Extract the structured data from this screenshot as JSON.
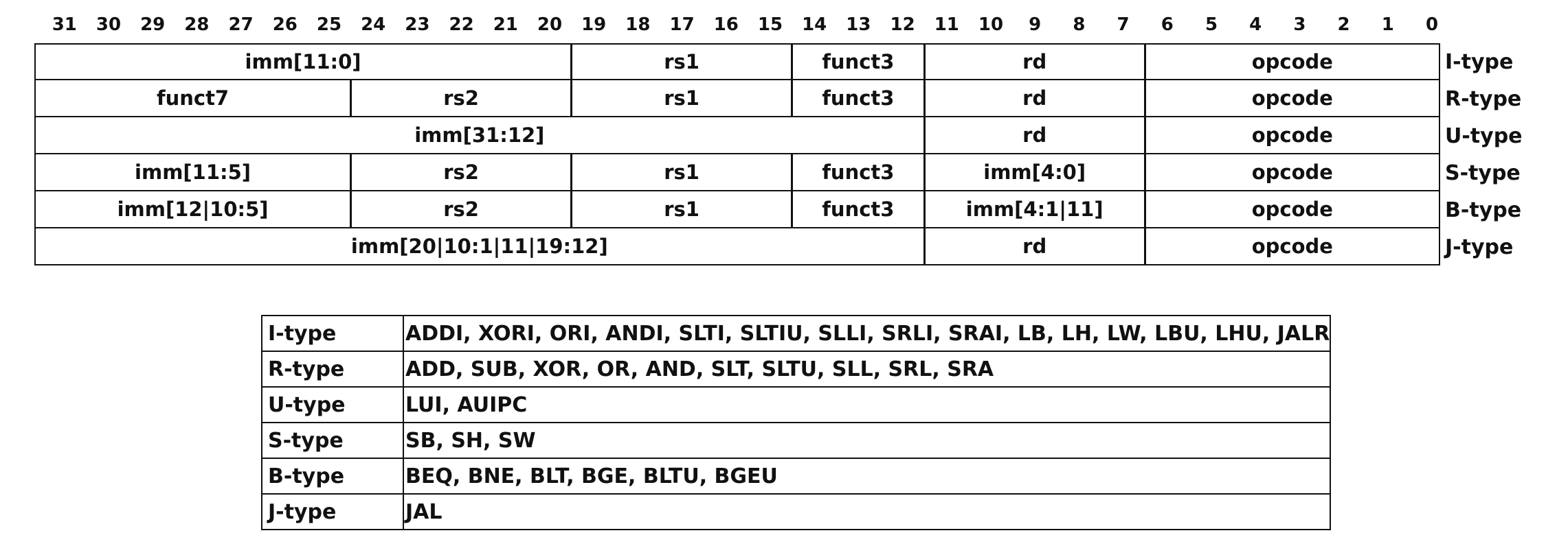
{
  "bit_numbers": [
    "31",
    "30",
    "29",
    "28",
    "27",
    "26",
    "25",
    "24",
    "23",
    "22",
    "21",
    "20",
    "19",
    "18",
    "17",
    "16",
    "15",
    "14",
    "13",
    "12",
    "11",
    "10",
    "9",
    "8",
    "7",
    "6",
    "5",
    "4",
    "3",
    "2",
    "1",
    "0"
  ],
  "formats": [
    {
      "type": "I-type",
      "fields": [
        {
          "label": "imm[11:0]",
          "hi": 31,
          "lo": 20
        },
        {
          "label": "rs1",
          "hi": 19,
          "lo": 15
        },
        {
          "label": "funct3",
          "hi": 14,
          "lo": 12
        },
        {
          "label": "rd",
          "hi": 11,
          "lo": 7
        },
        {
          "label": "opcode",
          "hi": 6,
          "lo": 0
        }
      ]
    },
    {
      "type": "R-type",
      "fields": [
        {
          "label": "funct7",
          "hi": 31,
          "lo": 25
        },
        {
          "label": "rs2",
          "hi": 24,
          "lo": 20
        },
        {
          "label": "rs1",
          "hi": 19,
          "lo": 15
        },
        {
          "label": "funct3",
          "hi": 14,
          "lo": 12
        },
        {
          "label": "rd",
          "hi": 11,
          "lo": 7
        },
        {
          "label": "opcode",
          "hi": 6,
          "lo": 0
        }
      ]
    },
    {
      "type": "U-type",
      "fields": [
        {
          "label": "imm[31:12]",
          "hi": 31,
          "lo": 12
        },
        {
          "label": "rd",
          "hi": 11,
          "lo": 7
        },
        {
          "label": "opcode",
          "hi": 6,
          "lo": 0
        }
      ]
    },
    {
      "type": "S-type",
      "fields": [
        {
          "label": "imm[11:5]",
          "hi": 31,
          "lo": 25
        },
        {
          "label": "rs2",
          "hi": 24,
          "lo": 20
        },
        {
          "label": "rs1",
          "hi": 19,
          "lo": 15
        },
        {
          "label": "funct3",
          "hi": 14,
          "lo": 12
        },
        {
          "label": "imm[4:0]",
          "hi": 11,
          "lo": 7
        },
        {
          "label": "opcode",
          "hi": 6,
          "lo": 0
        }
      ]
    },
    {
      "type": "B-type",
      "fields": [
        {
          "label": "imm[12|10:5]",
          "hi": 31,
          "lo": 25
        },
        {
          "label": "rs2",
          "hi": 24,
          "lo": 20
        },
        {
          "label": "rs1",
          "hi": 19,
          "lo": 15
        },
        {
          "label": "funct3",
          "hi": 14,
          "lo": 12
        },
        {
          "label": "imm[4:1|11]",
          "hi": 11,
          "lo": 7
        },
        {
          "label": "opcode",
          "hi": 6,
          "lo": 0
        }
      ]
    },
    {
      "type": "J-type",
      "fields": [
        {
          "label": "imm[20|10:1|11|19:12]",
          "hi": 31,
          "lo": 12
        },
        {
          "label": "rd",
          "hi": 11,
          "lo": 7
        },
        {
          "label": "opcode",
          "hi": 6,
          "lo": 0
        }
      ]
    }
  ],
  "instructions": [
    {
      "type": "I-type",
      "list": "ADDI, XORI, ORI, ANDI, SLTI, SLTIU, SLLI, SRLI, SRAI, LB, LH, LW, LBU, LHU, JALR"
    },
    {
      "type": "R-type",
      "list": "ADD, SUB, XOR, OR, AND, SLT, SLTU, SLL, SRL, SRA"
    },
    {
      "type": "U-type",
      "list": "LUI, AUIPC"
    },
    {
      "type": "S-type",
      "list": "SB, SH, SW"
    },
    {
      "type": "B-type",
      "list": "BEQ, BNE, BLT, BGE, BLTU, BGEU"
    },
    {
      "type": "J-type",
      "list": "JAL"
    }
  ]
}
